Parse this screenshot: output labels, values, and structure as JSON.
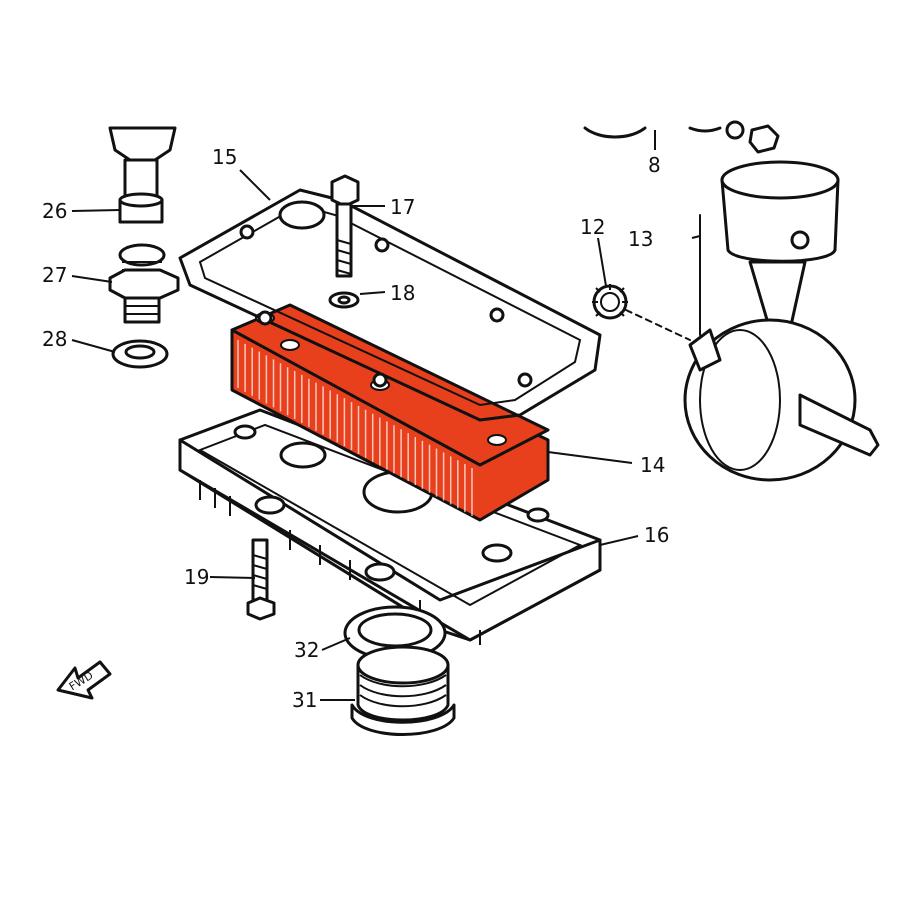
{
  "highlight_color": "#e8401c",
  "labels": {
    "p8": "8",
    "p12": "12",
    "p13": "13",
    "p14": "14",
    "p15": "15",
    "p16": "16",
    "p17": "17",
    "p18": "18",
    "p19": "19",
    "p26": "26",
    "p27": "27",
    "p28": "28",
    "p31": "31",
    "p32": "32"
  },
  "direction_arrow": "FWD"
}
